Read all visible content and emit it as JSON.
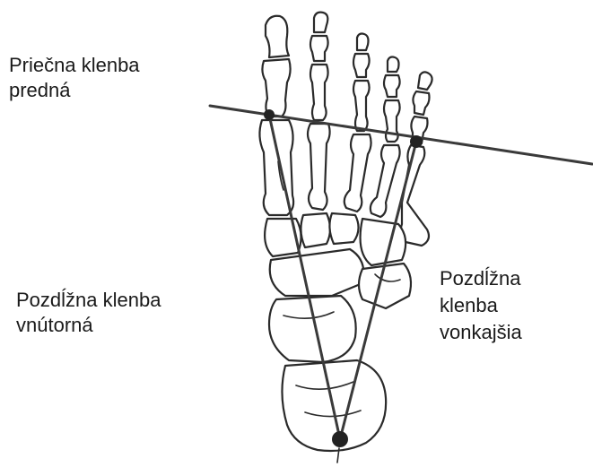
{
  "labels": {
    "transverse_line1": "Priečna klenba",
    "transverse_line2": "predná",
    "medial_line1": "Pozdĺžna klenba",
    "medial_line2": "vnútorná",
    "lateral_line1": "Pozdĺžna",
    "lateral_line2": "klenba",
    "lateral_line3": "vonkajšia"
  }
}
